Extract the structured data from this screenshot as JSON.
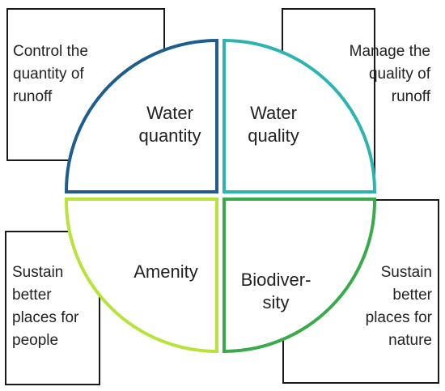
{
  "boxes": {
    "top_left": [
      "Control the",
      "quantity of",
      "runoff"
    ],
    "top_right": [
      "Manage the",
      "quality of",
      "runoff"
    ],
    "bottom_left": [
      "Sustain",
      "better",
      "places for",
      "people"
    ],
    "bottom_right": [
      "Sustain",
      "better",
      "places for",
      "nature"
    ]
  },
  "quadrants": {
    "water_quantity": [
      "Water",
      "quantity"
    ],
    "water_quality": [
      "Water",
      "quality"
    ],
    "amenity": [
      "Amenity"
    ],
    "biodiversity": [
      "Biodiver-",
      "sity"
    ]
  },
  "colors": {
    "water_quantity": "#1f5e8c",
    "water_quality": "#2cb5b0",
    "amenity": "#b7e33a",
    "biodiversity": "#3aab4a",
    "box_border": "#1a1a1a"
  }
}
